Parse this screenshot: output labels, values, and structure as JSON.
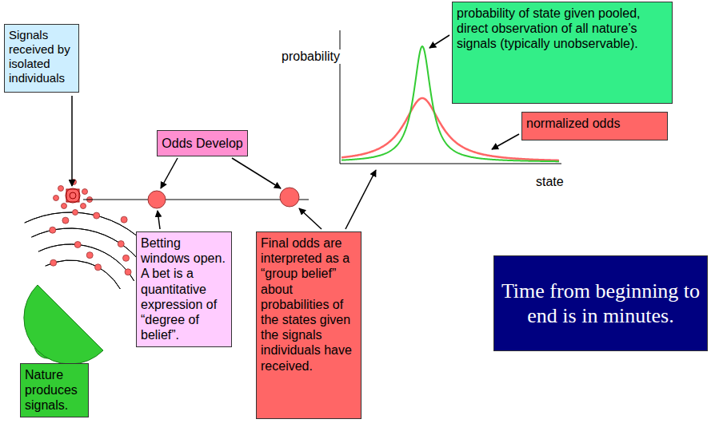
{
  "diagram": {
    "nodes": [
      {
        "text": [
          "Signals received by isolated individuals"
        ]
      },
      {
        "text": [
          "Odds Develop"
        ]
      },
      {
        "text": [
          "probability of state given pooled, direct observation of all nature’s signals (typically unobservable)."
        ]
      },
      {
        "text": [
          "normalized odds"
        ]
      },
      {
        "text": [
          "Betting windows open. A bet is a quantitative expression of “degree of belief”."
        ]
      },
      {
        "text": [
          "Final odds are interpreted as a “group belief” about probabilities of the states given the signals individuals have received."
        ]
      },
      {
        "text": [
          "Time from beginning to end is in minutes."
        ]
      },
      {
        "text": [
          "Nature produces signals."
        ]
      }
    ],
    "labels": [
      "probability",
      "state"
    ]
  }
}
